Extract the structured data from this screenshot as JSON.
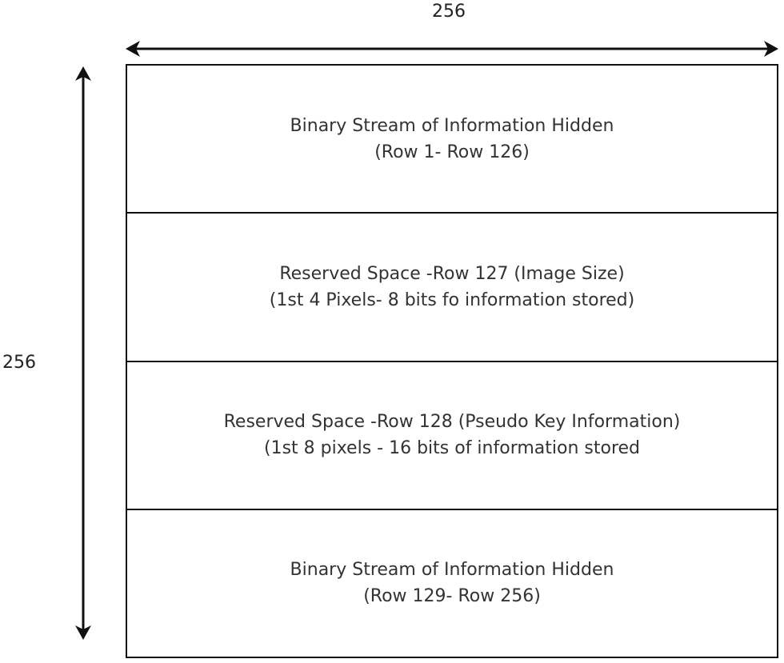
{
  "dimensions": {
    "width_label": "256",
    "height_label": "256"
  },
  "bands": [
    {
      "line1": "Binary Stream of Information Hidden",
      "line2": "(Row 1- Row 126)"
    },
    {
      "line1": "Reserved Space -Row 127 (Image Size)",
      "line2": "(1st 4 Pixels- 8 bits fo information stored)"
    },
    {
      "line1": "Reserved Space -Row 128 (Pseudo Key Information)",
      "line2": "(1st 8 pixels - 16 bits of information stored"
    },
    {
      "line1": "Binary Stream of Information Hidden",
      "line2": "(Row 129- Row 256)"
    }
  ],
  "colors": {
    "line": "#111111",
    "text": "#333333"
  }
}
